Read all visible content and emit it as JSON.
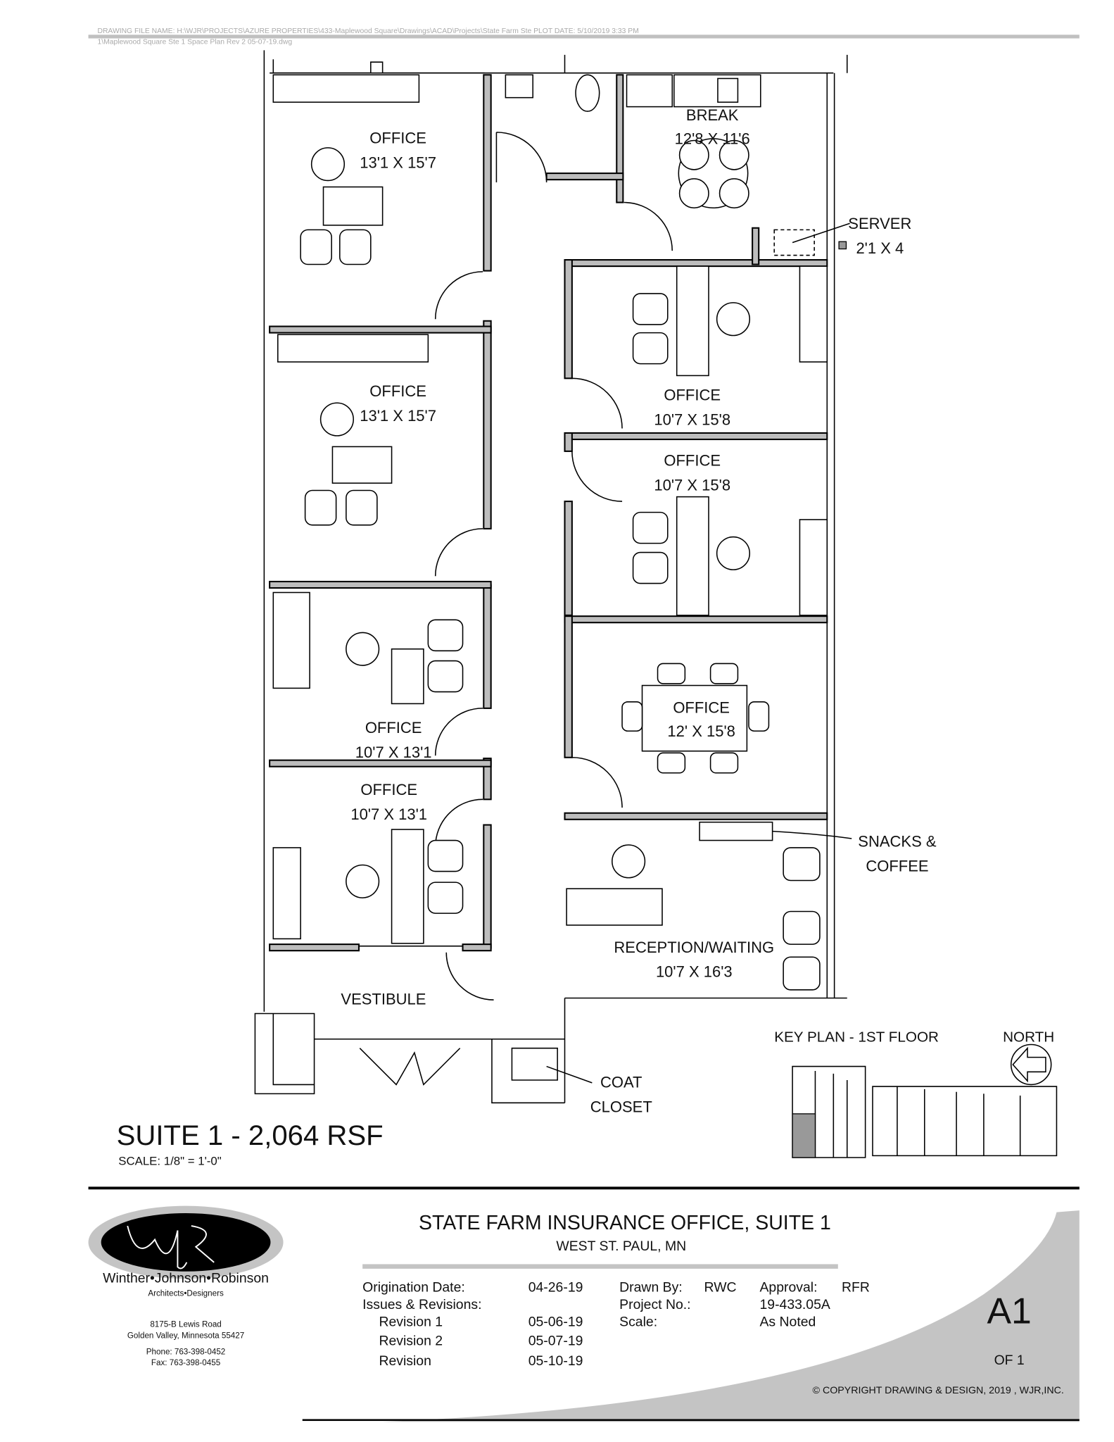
{
  "header": {
    "file_line1": "DRAWING FILE NAME: H:\\WJR\\PROJECTS\\AZURE PROPERTIES\\433-Maplewood Square\\Drawings\\ACAD\\Projects\\State Farm Ste PLOT DATE: 5/10/2019 3:33 PM",
    "file_line2": "1\\Maplewood Square Ste 1 Space Plan Rev 2 05-07-19.dwg"
  },
  "rooms": [
    {
      "name": "OFFICE",
      "size": "13'1 X 15'7"
    },
    {
      "name": "OFFICE",
      "size": "13'1 X 15'7"
    },
    {
      "name": "OFFICE",
      "size": "10'7 X 13'1"
    },
    {
      "name": "OFFICE",
      "size": "10'7 X 13'1"
    },
    {
      "name": "BREAK",
      "size": "12'8 X 11'6"
    },
    {
      "name": "OFFICE",
      "size": "10'7 X 15'8"
    },
    {
      "name": "OFFICE",
      "size": "10'7 X 15'8"
    },
    {
      "name": "OFFICE",
      "size": "12' X 15'8"
    },
    {
      "name": "RECEPTION/WAITING",
      "size": "10'7 X 16'3"
    },
    {
      "name": "VESTIBULE",
      "size": ""
    }
  ],
  "callouts": {
    "server": "SERVER",
    "server_size": "2'1 X 4",
    "snacks1": "SNACKS &",
    "snacks2": "COFFEE",
    "coat1": "COAT",
    "coat2": "CLOSET"
  },
  "suite": {
    "title": "SUITE  1 -  2,064 RSF",
    "scale": "SCALE: 1/8\" = 1'-0\""
  },
  "key_plan": {
    "title": "KEY PLAN - 1ST FLOOR",
    "north": "NORTH"
  },
  "title_block": {
    "logo_text": "WJR",
    "firm": "Winther•Johnson•Robinson",
    "firm_sub": "Architects•Designers",
    "address1": "8175-B Lewis Road",
    "address2": "Golden Valley, Minnesota  55427",
    "phone": "Phone:  763-398-0452",
    "fax": "Fax:  763-398-0455",
    "project": "STATE FARM INSURANCE OFFICE, SUITE 1",
    "location": "WEST ST. PAUL, MN",
    "origination_label": "Origination Date:",
    "origination_date": "04-26-19",
    "issues_label": "Issues & Revisions:",
    "revisions": [
      {
        "label": "Revision 1",
        "date": "05-06-19"
      },
      {
        "label": "Revision 2",
        "date": "05-07-19"
      },
      {
        "label": "Revision",
        "date": "05-10-19"
      }
    ],
    "drawn_by_label": "Drawn By:",
    "drawn_by": "RWC",
    "approval_label": "Approval:",
    "approval": "RFR",
    "project_no_label": "Project No.:",
    "project_no": "19-433.05A",
    "scale_label": "Scale:",
    "scale": "As Noted",
    "sheet": "A1",
    "of": "OF   1",
    "copyright": "© COPYRIGHT DRAWING & DESIGN, 2019 , WJR,INC."
  }
}
